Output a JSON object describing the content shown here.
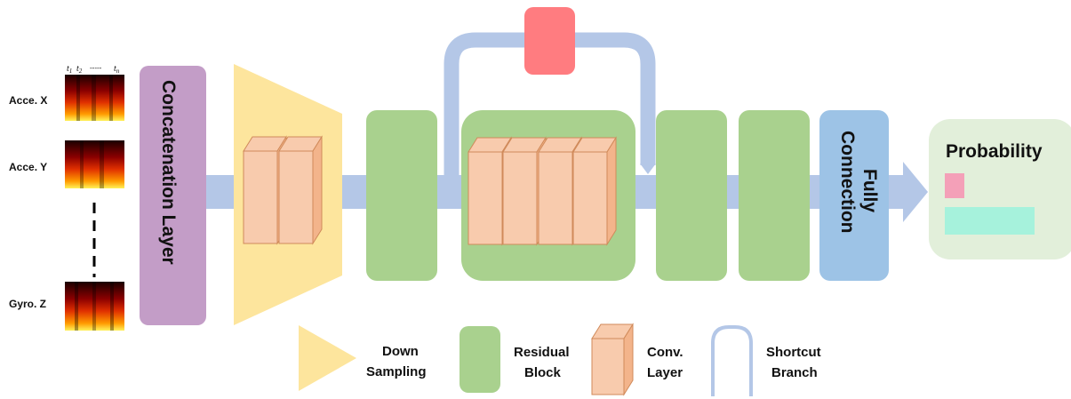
{
  "inputs": {
    "time_labels": {
      "t1": "t",
      "t1_sub": "1",
      "t2": "t",
      "t2_sub": "2",
      "dashes": "-----",
      "tn": "t",
      "tn_sub": "n"
    },
    "channels": [
      "Acce. X",
      "Acce. Y",
      "Gyro. Z"
    ]
  },
  "blocks": {
    "concat_label": "Concatenation Layer",
    "fc_line1": "Fully",
    "fc_line2": "Connection",
    "probability_label": "Probability"
  },
  "legend": {
    "down_sampling": [
      "Down",
      "Sampling"
    ],
    "residual_block": [
      "Residual",
      "Block"
    ],
    "conv_layer": [
      "Conv.",
      "Layer"
    ],
    "shortcut_branch": [
      "Shortcut",
      "Branch"
    ]
  },
  "colors": {
    "arrow": "#b4c7e7",
    "concat": "#c39dc7",
    "downsample": "#fde59d",
    "residual": "#a9d18e",
    "conv": "#f8cbad",
    "conv_edge": "#d08a5a",
    "fc": "#9dc3e6",
    "shortcut_module": "#ff7c80",
    "output_panel": "#e2efda",
    "prob_pink": "#f4a0b8",
    "prob_teal": "#a6f2dc"
  }
}
